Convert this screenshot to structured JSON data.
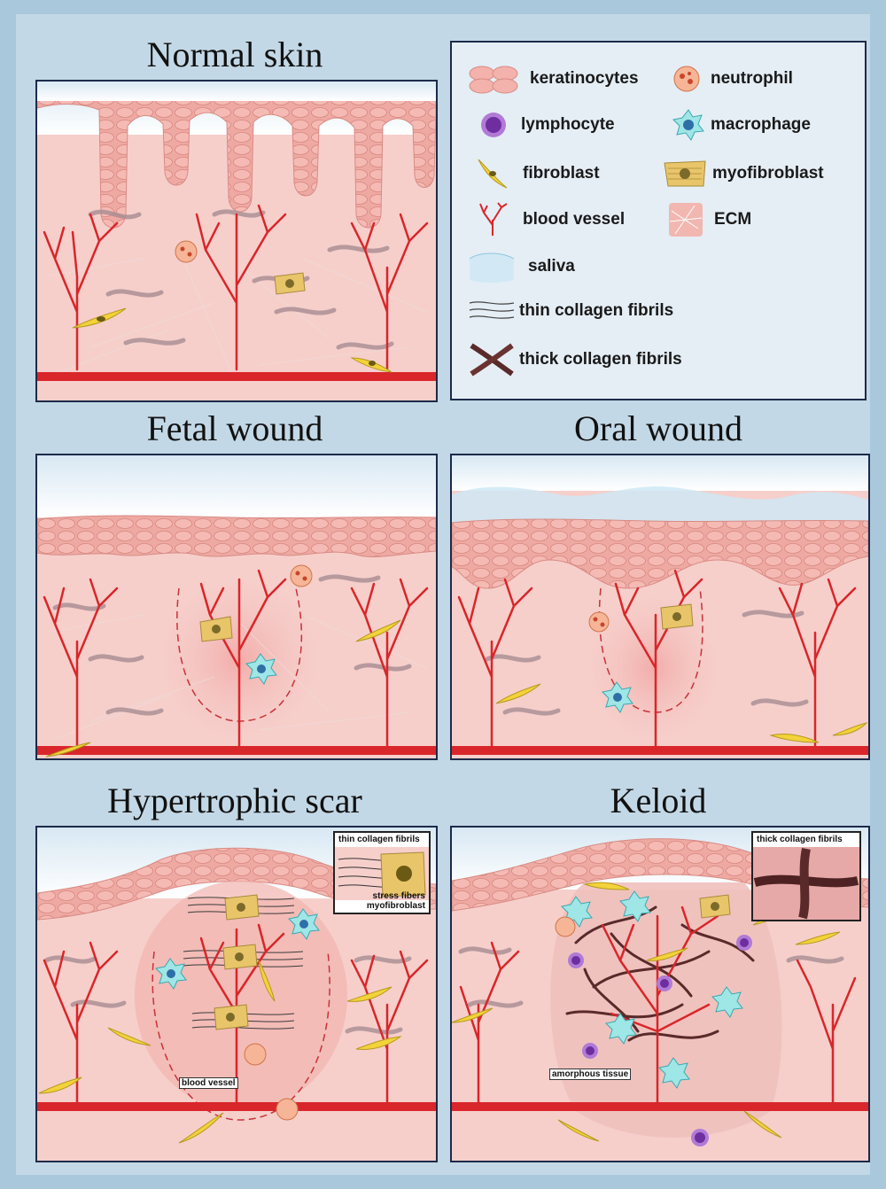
{
  "panels": {
    "normal": {
      "title": "Normal skin"
    },
    "fetal": {
      "title": "Fetal wound"
    },
    "oral": {
      "title": "Oral wound"
    },
    "hypertrophic": {
      "title": "Hypertrophic scar",
      "inset_labels": [
        "thin collagen fibrils",
        "stress fibers",
        "myofibroblast"
      ],
      "callout": "blood vessel"
    },
    "keloid": {
      "title": "Keloid",
      "inset_label": "thick collagen fibrils",
      "callout": "amorphous tissue"
    }
  },
  "legend": {
    "items": [
      {
        "label": "keratinocytes",
        "icon": "keratinocytes-icon"
      },
      {
        "label": "neutrophil",
        "icon": "neutrophil-icon"
      },
      {
        "label": "lymphocyte",
        "icon": "lymphocyte-icon"
      },
      {
        "label": "macrophage",
        "icon": "macrophage-icon"
      },
      {
        "label": "fibroblast",
        "icon": "fibroblast-icon"
      },
      {
        "label": "myofibroblast",
        "icon": "myofibroblast-icon"
      },
      {
        "label": "blood vessel",
        "icon": "blood-vessel-icon"
      },
      {
        "label": "ECM",
        "icon": "ecm-icon"
      },
      {
        "label": "saliva",
        "icon": "saliva-icon"
      },
      {
        "label": "thin collagen fibrils",
        "icon": "thin-collagen-icon"
      },
      {
        "label": "thick collagen fibrils",
        "icon": "thick-collagen-icon"
      }
    ]
  },
  "colors": {
    "dermis": "#f6cfcb",
    "epidermis": "#eea9a3",
    "vessel": "#d9262a",
    "fibroblast": "#f3d23a",
    "macrophage": "#8fe0e0",
    "lymphocyte": "#9a55c9",
    "neutrophil": "#f2a37b",
    "background": "#a9c8dc"
  }
}
